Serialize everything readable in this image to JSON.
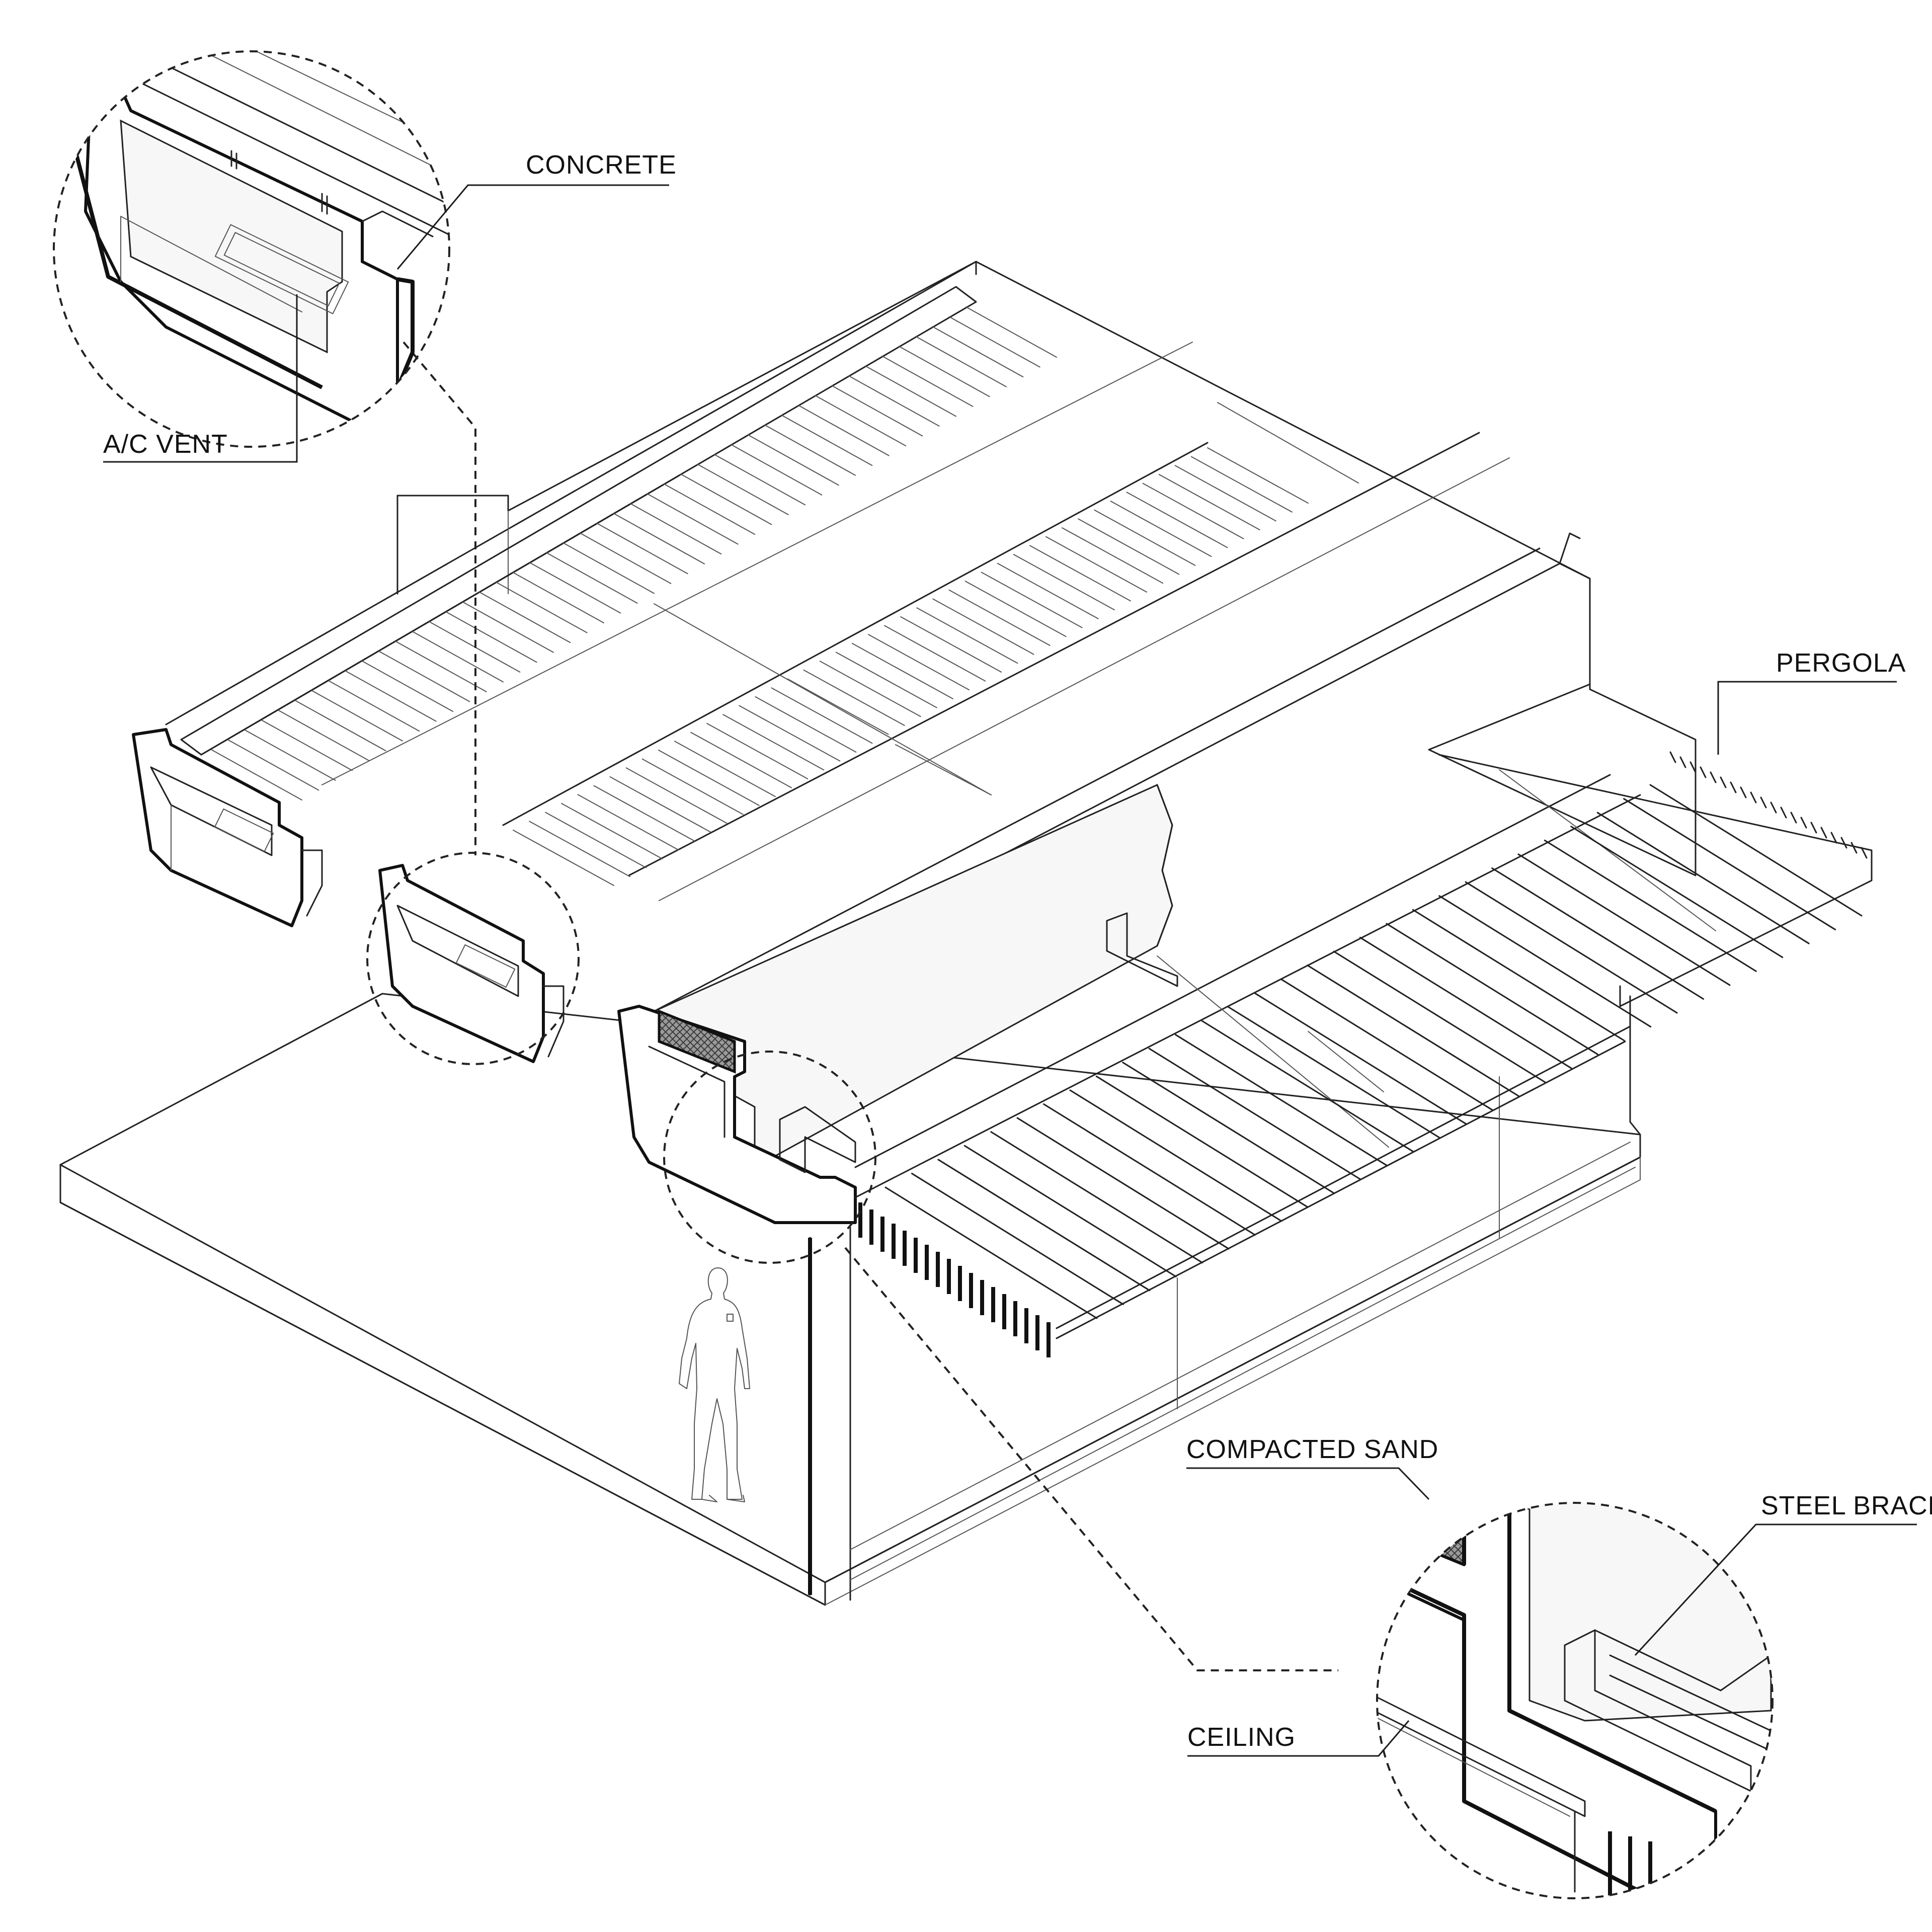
{
  "labels": {
    "concrete": "CONCRETE",
    "ac_vent": "A/C VENT",
    "pergola": "PERGOLA",
    "compacted_sand": "COMPACTED SAND",
    "steel_bracket": "STEEL BRACKET",
    "ceiling": "CEILING"
  }
}
